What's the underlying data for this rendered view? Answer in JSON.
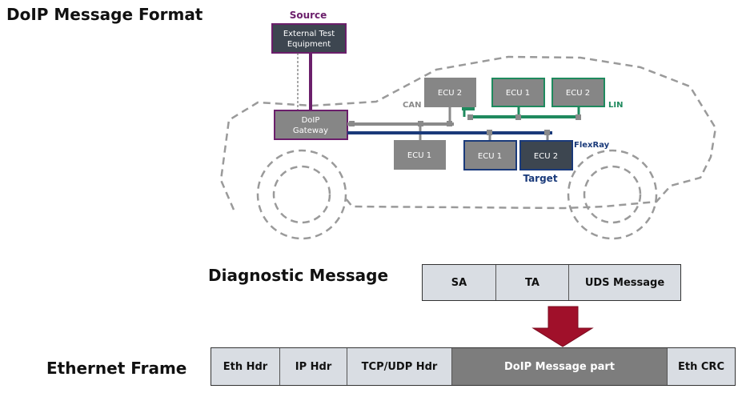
{
  "title": "DoIP Message Format",
  "diagram": {
    "source_label": "Source",
    "external_test_line1": "External Test",
    "external_test_line2": "Equipment",
    "gateway_line1": "DoIP",
    "gateway_line2": "Gateway",
    "can_label": "CAN",
    "lin_label": "LIN",
    "flexray_label": "FlexRay",
    "target_label": "Target",
    "ecu_can_top": "ECU 2",
    "ecu_can_bottom": "ECU 1",
    "ecu_lin_1": "ECU 1",
    "ecu_lin_2": "ECU 2",
    "ecu_fr_1": "ECU 1",
    "ecu_fr_2": "ECU 2",
    "colors": {
      "source": "#6b1f6b",
      "can": "#8a8a8a",
      "lin": "#1f8a5e",
      "flexray": "#1a3a7a",
      "ecu_fill": "#868686",
      "target_fill": "#3d4650"
    }
  },
  "diagnostic": {
    "label": "Diagnostic Message",
    "cells": [
      "SA",
      "TA",
      "UDS Message"
    ]
  },
  "ethernet": {
    "label": "Ethernet Frame",
    "cells": [
      "Eth Hdr",
      "IP Hdr",
      "TCP/UDP Hdr",
      "DoIP Message part",
      "Eth CRC"
    ]
  },
  "arrow_color": "#a0102a",
  "cursor_color": "#e53030"
}
